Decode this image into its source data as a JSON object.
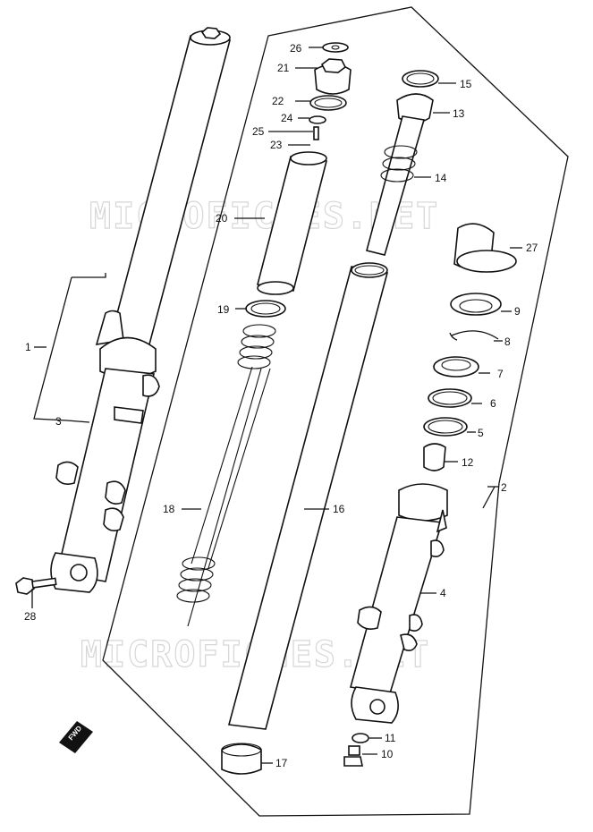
{
  "watermark": "MICROFICHES.NET",
  "direction_badge": "FWD",
  "callouts": {
    "p1": "1",
    "p2": "2",
    "p3": "3",
    "p4": "4",
    "p5": "5",
    "p6": "6",
    "p7": "7",
    "p8": "8",
    "p9": "9",
    "p10": "10",
    "p11": "11",
    "p12": "12",
    "p13": "13",
    "p14": "14",
    "p15": "15",
    "p16": "16",
    "p17": "17",
    "p18": "18",
    "p19": "19",
    "p20": "20",
    "p21": "21",
    "p22": "22",
    "p23": "23",
    "p24": "24",
    "p25": "25",
    "p26": "26",
    "p27": "27",
    "p28": "28"
  },
  "colors": {
    "ink": "#111111",
    "watermark": "#d6d6d6",
    "background": "#ffffff"
  }
}
